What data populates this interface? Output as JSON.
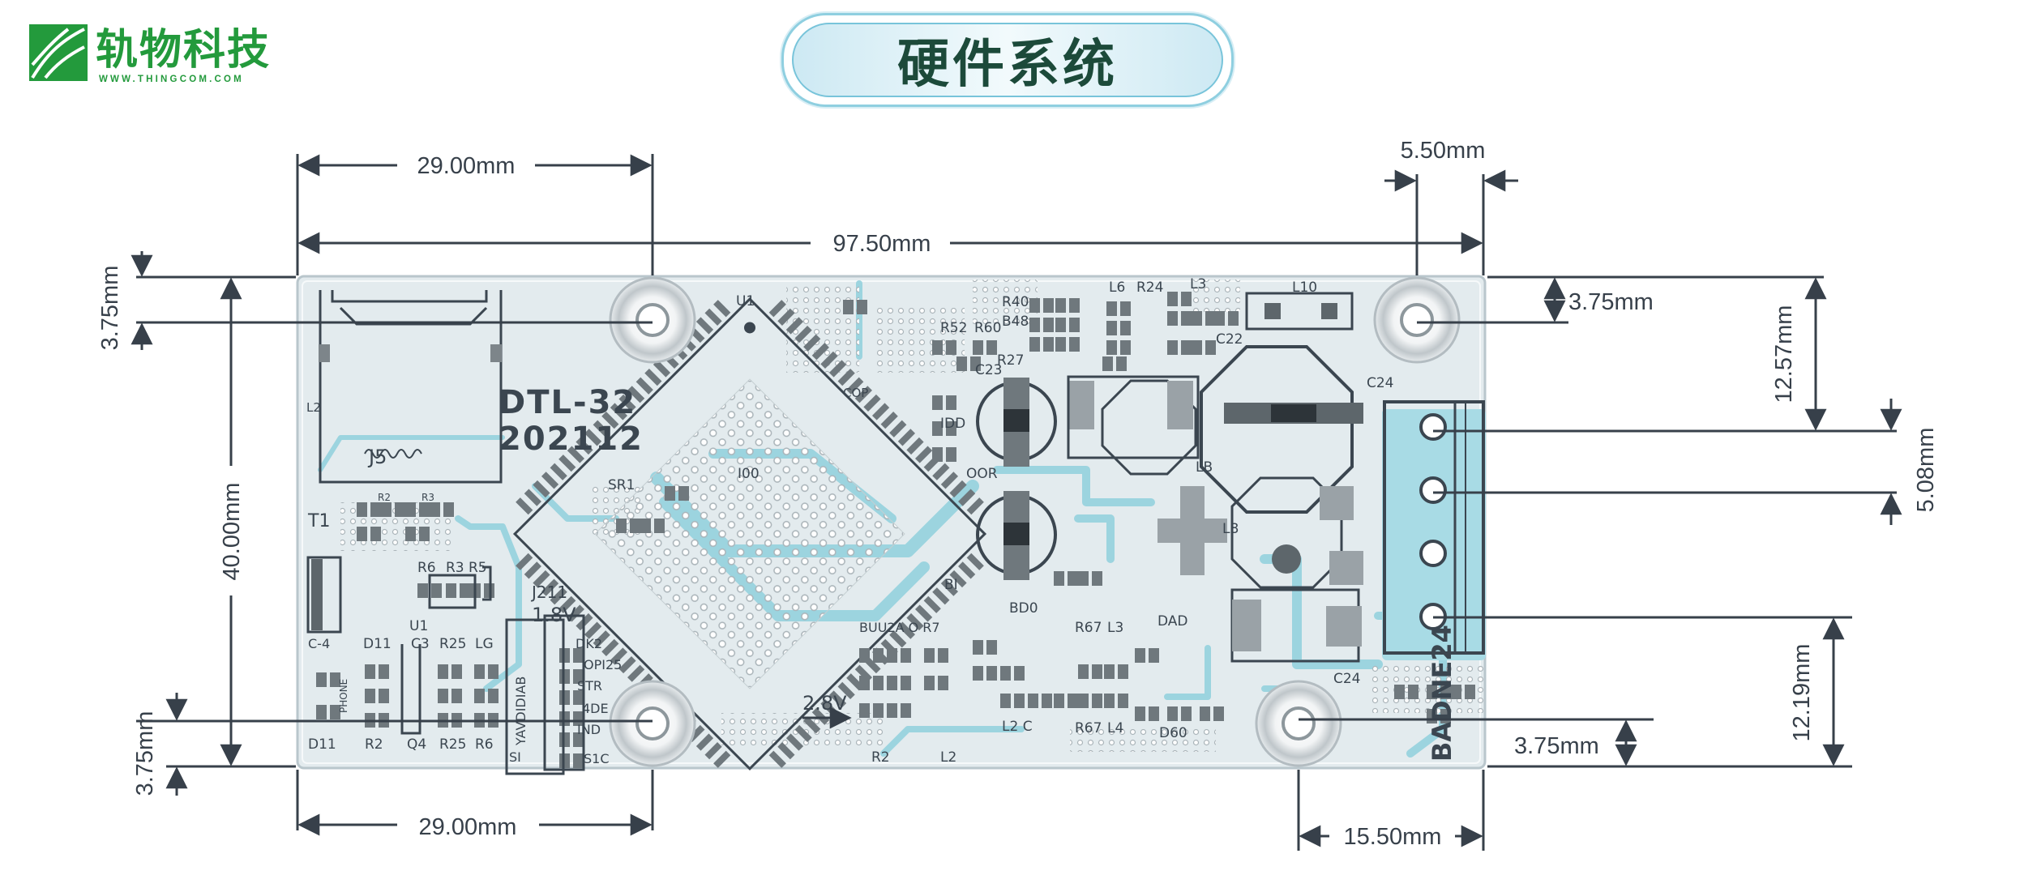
{
  "brand": {
    "name": "轨物科技",
    "url": "WWW.THINGCOM.COM",
    "color": "#239a3c"
  },
  "title": "硬件系统",
  "dimensions": {
    "top_left_width": "29.00mm",
    "total_length": "97.50mm",
    "right_hole_offset": "5.50mm",
    "top_left_hole_offset": "3.75mm",
    "board_height": "40.00mm",
    "bottom_left_hole_offset": "3.75mm",
    "bottom_left_width": "29.00mm",
    "top_right_hole_offset": "3.75mm",
    "connector_top_offset": "12.57mm",
    "connector_pitch": "5.08mm",
    "connector_bottom_offset": "12.19mm",
    "bottom_right_hole_offset": "3.75mm",
    "bottom_right_width": "15.50mm"
  },
  "board_labels": {
    "part_name": "DTL-32",
    "date_code": "202112",
    "u1": "U1",
    "l2": "L2",
    "r52": "R52",
    "r60": "R60",
    "r40": "R40",
    "b48": "B48",
    "r27": "R27",
    "l6": "L6",
    "r24": "R24",
    "l3_top": "L3",
    "l10": "L10",
    "c22": "C22",
    "c23": "C23",
    "c24_top": "C24",
    "c24_bottom": "C24",
    "l8": "L8",
    "lb": "LB",
    "idd": "IDD",
    "i00": "I00",
    "oor": "OOR",
    "sr1": "SR1",
    "bd0": "BD0",
    "bi": "BI",
    "dad": "DAD",
    "d60": "D60",
    "r67_top": "R67",
    "l3_mid": "L3",
    "r67_bottom": "R67",
    "l4": "L4",
    "l2_bottom": "L2",
    "l2c": "L2 C",
    "r2_mid": "R2",
    "buu2a": "BUU2A O R7",
    "v28": "2.8V",
    "v18": "1.8V",
    "v2": "J211",
    "r6": "R6",
    "r3": "R3",
    "r5": "R5",
    "u1_left": "U1",
    "c3": "C3",
    "r25": "R25",
    "lg": "LG",
    "d11": "D11",
    "d11_bottom": "D11",
    "r2": "R2",
    "q4": "Q4",
    "r25_bottom": "R25",
    "r6_bottom": "R6",
    "dk2": "DK2",
    "opi25": "OPI25",
    "str": "STR",
    "de4": "4DE",
    "ind": "IND",
    "s1c": "S1C",
    "si": "SI",
    "v_strip": "YAVDIDIAB",
    "badne": "BADNE24",
    "c4": "C-4",
    "t1": "T1",
    "r2s": "R2",
    "r3s": "R3",
    "phone": "PHONE",
    "cop": "COP",
    "j5": "J5"
  },
  "colors": {
    "board": "#e3ebee",
    "board_edge": "#b9c6cc",
    "trace": "#9cd4df",
    "silkscreen": "#3b4650",
    "pad": "#7d858a",
    "dimension": "#37404a"
  }
}
